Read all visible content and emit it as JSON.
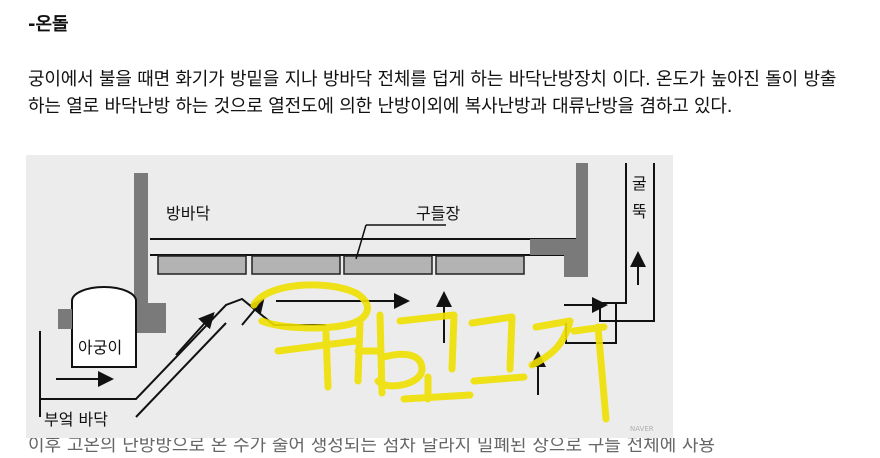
{
  "heading": "-온돌",
  "paragraph": "궁이에서 불을 때면 화기가 방밑을 지나 방바닥 전체를 덥게 하는 바닥난방장치 이다. 온도가 높아진 돌이 방출하는 열로 바닥난방 하는 것으로 열전도에 의한 난방이외에 복사난방과 대류난방을 겸하고 있다.",
  "figure": {
    "labels": {
      "floor": "방바닥",
      "gudeuljang": "구들장",
      "chimney_1": "굴",
      "chimney_2": "뚝",
      "agungi": "아궁이",
      "kitchen_floor": "부엌 바닥"
    },
    "handwriting": "방고래",
    "watermark": "NAVER",
    "colors": {
      "background": "#ececec",
      "structure": "#7a7a7a",
      "stone": "#b3b3b3",
      "ink": "#111111",
      "highlighter": "#f0e000"
    }
  },
  "cutoff_text": "이후 고온의 난방방으로 온 수가 줄어 생성되는 점차 달라지 밀폐된 상으로 구들 전체에 사용"
}
